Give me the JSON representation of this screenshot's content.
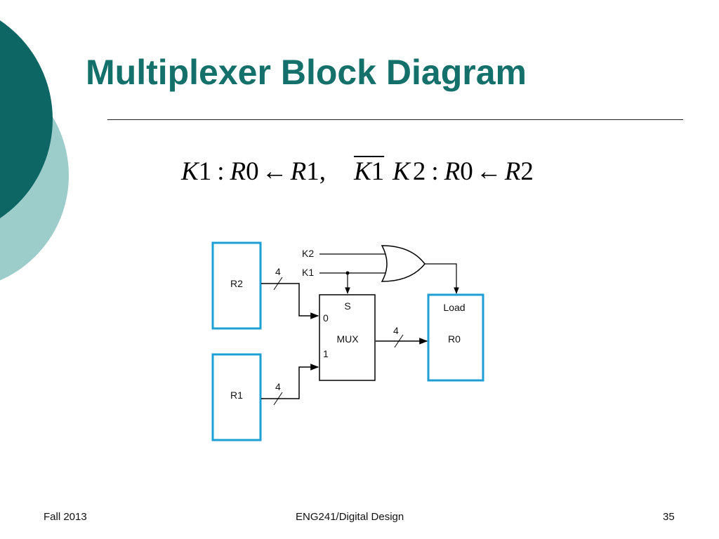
{
  "slide": {
    "title": "Multiplexer Block Diagram",
    "footer_left": "Fall 2013",
    "footer_center": "ENG241/Digital Design",
    "footer_right": "35"
  },
  "equation": {
    "t1": "K",
    "t2": "1",
    "t3": ":",
    "t4": "R",
    "t5": "0",
    "t6": "←",
    "t7": "R",
    "t8": "1,",
    "t9": "K",
    "t10": "1",
    "t11": "K",
    "t12": "2",
    "t13": ":",
    "t14": "R",
    "t15": "0",
    "t16": "←",
    "t17": "R",
    "t18": "2"
  },
  "diagram": {
    "reg_r2": "R2",
    "reg_r1": "R1",
    "mux_select": "S",
    "mux_label": "MUX",
    "mux_in0": "0",
    "mux_in1": "1",
    "reg_r0_load": "Load",
    "reg_r0": "R0",
    "k2": "K2",
    "k1": "K1",
    "width_r2": "4",
    "width_r1": "4",
    "width_out": "4"
  },
  "colors": {
    "title": "#13706B",
    "deco_dark": "#0E6664",
    "deco_light": "#9CCDCB",
    "register_border": "#1D9FD3"
  }
}
